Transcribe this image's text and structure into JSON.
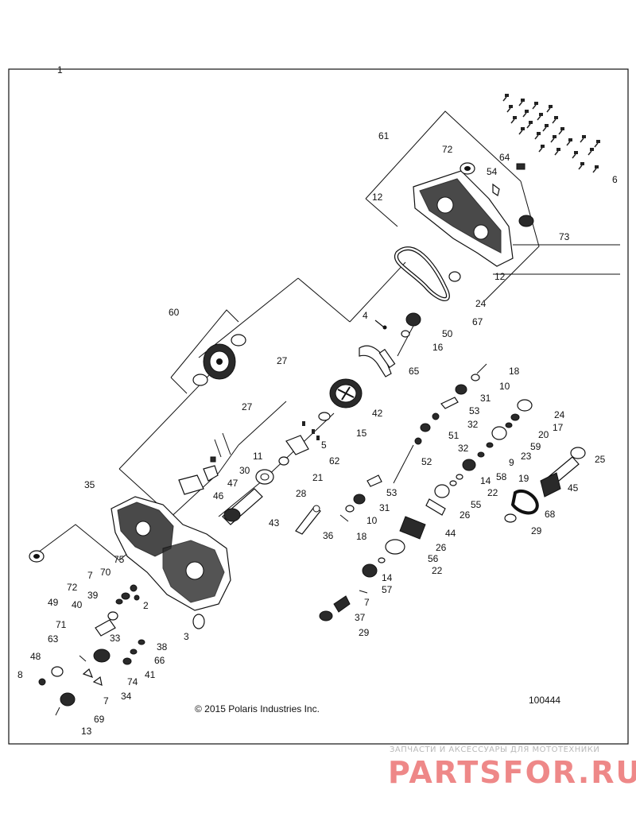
{
  "callouts": [
    {
      "id": "c1",
      "text": "1"
    },
    {
      "id": "c61",
      "text": "61"
    },
    {
      "id": "c72a",
      "text": "72"
    },
    {
      "id": "c64",
      "text": "64"
    },
    {
      "id": "c54",
      "text": "54"
    },
    {
      "id": "c6",
      "text": "6"
    },
    {
      "id": "c12a",
      "text": "12"
    },
    {
      "id": "c73",
      "text": "73"
    },
    {
      "id": "c12b",
      "text": "12"
    },
    {
      "id": "c24a",
      "text": "24"
    },
    {
      "id": "c67",
      "text": "67"
    },
    {
      "id": "c4",
      "text": "4"
    },
    {
      "id": "c50",
      "text": "50"
    },
    {
      "id": "c16",
      "text": "16"
    },
    {
      "id": "c60",
      "text": "60"
    },
    {
      "id": "c27a",
      "text": "27"
    },
    {
      "id": "c65",
      "text": "65"
    },
    {
      "id": "c27b",
      "text": "27"
    },
    {
      "id": "c18a",
      "text": "18"
    },
    {
      "id": "c10a",
      "text": "10"
    },
    {
      "id": "c31a",
      "text": "31"
    },
    {
      "id": "c53a",
      "text": "53"
    },
    {
      "id": "c42",
      "text": "42"
    },
    {
      "id": "c15",
      "text": "15"
    },
    {
      "id": "c32a",
      "text": "32"
    },
    {
      "id": "c51",
      "text": "51"
    },
    {
      "id": "c32b",
      "text": "32"
    },
    {
      "id": "c24b",
      "text": "24"
    },
    {
      "id": "c17",
      "text": "17"
    },
    {
      "id": "c20",
      "text": "20"
    },
    {
      "id": "c59",
      "text": "59"
    },
    {
      "id": "c23",
      "text": "23"
    },
    {
      "id": "c9",
      "text": "9"
    },
    {
      "id": "c58",
      "text": "58"
    },
    {
      "id": "c19",
      "text": "19"
    },
    {
      "id": "c25",
      "text": "25"
    },
    {
      "id": "c11",
      "text": "11"
    },
    {
      "id": "c5",
      "text": "5"
    },
    {
      "id": "c62",
      "text": "62"
    },
    {
      "id": "c30",
      "text": "30"
    },
    {
      "id": "c47",
      "text": "47"
    },
    {
      "id": "c21",
      "text": "21"
    },
    {
      "id": "c52",
      "text": "52"
    },
    {
      "id": "c14a",
      "text": "14"
    },
    {
      "id": "c22a",
      "text": "22"
    },
    {
      "id": "c45",
      "text": "45"
    },
    {
      "id": "c35",
      "text": "35"
    },
    {
      "id": "c46",
      "text": "46"
    },
    {
      "id": "c28",
      "text": "28"
    },
    {
      "id": "c53b",
      "text": "53"
    },
    {
      "id": "c31b",
      "text": "31"
    },
    {
      "id": "c55",
      "text": "55"
    },
    {
      "id": "c26a",
      "text": "26"
    },
    {
      "id": "c68",
      "text": "68"
    },
    {
      "id": "c43",
      "text": "43"
    },
    {
      "id": "c10b",
      "text": "10"
    },
    {
      "id": "c29a",
      "text": "29"
    },
    {
      "id": "c44",
      "text": "44"
    },
    {
      "id": "c36",
      "text": "36"
    },
    {
      "id": "c18b",
      "text": "18"
    },
    {
      "id": "c26b",
      "text": "26"
    },
    {
      "id": "c56",
      "text": "56"
    },
    {
      "id": "c22b",
      "text": "22"
    },
    {
      "id": "c72b",
      "text": "72"
    },
    {
      "id": "c75",
      "text": "75"
    },
    {
      "id": "c7a",
      "text": "7"
    },
    {
      "id": "c70",
      "text": "70"
    },
    {
      "id": "c14b",
      "text": "14"
    },
    {
      "id": "c57",
      "text": "57"
    },
    {
      "id": "c39",
      "text": "39"
    },
    {
      "id": "c2",
      "text": "2"
    },
    {
      "id": "c49",
      "text": "49"
    },
    {
      "id": "c40",
      "text": "40"
    },
    {
      "id": "c7b",
      "text": "7"
    },
    {
      "id": "c37",
      "text": "37"
    },
    {
      "id": "c71",
      "text": "71"
    },
    {
      "id": "c3",
      "text": "3"
    },
    {
      "id": "c29b",
      "text": "29"
    },
    {
      "id": "c33",
      "text": "33"
    },
    {
      "id": "c38",
      "text": "38"
    },
    {
      "id": "c63",
      "text": "63"
    },
    {
      "id": "c66",
      "text": "66"
    },
    {
      "id": "c48",
      "text": "48"
    },
    {
      "id": "c41",
      "text": "41"
    },
    {
      "id": "c74",
      "text": "74"
    },
    {
      "id": "c8",
      "text": "8"
    },
    {
      "id": "c34",
      "text": "34"
    },
    {
      "id": "c7c",
      "text": "7"
    },
    {
      "id": "c69",
      "text": "69"
    },
    {
      "id": "c13",
      "text": "13"
    }
  ],
  "diagram_id": "100444",
  "copyright": "© 2015 Polaris Industries Inc.",
  "watermark": {
    "tagline": "ЗАПЧАСТИ И АКСЕССУАРЫ ДЛЯ МОТОТЕХНИКИ",
    "brand": "PARTSFOR.RU"
  }
}
